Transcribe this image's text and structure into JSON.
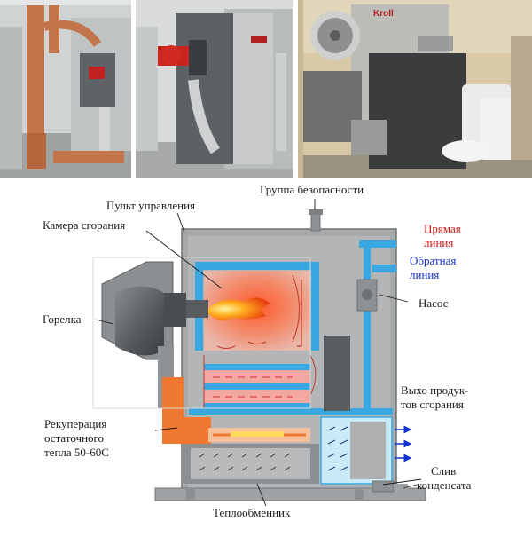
{
  "labels": {
    "safety_group": "Группа безопасности",
    "control_panel": "Пульт управления",
    "combustion_chamber": "Камера сгорания",
    "supply_line_1": "Прямая",
    "supply_line_2": "линия",
    "return_line_1": "Обратная",
    "return_line_2": "линия",
    "pump": "Насос",
    "burner": "Горелка",
    "exhaust_1": "Выхо продук-",
    "exhaust_2": "тов сгорания",
    "recuperation_1": "Рекуперация",
    "recuperation_2": "остаточного",
    "recuperation_3": "тепла 50-60С",
    "condensate_1": "Слив",
    "condensate_2": "конденсата",
    "heat_exchanger": "Теплообменник"
  },
  "photo_brand": "Kroll",
  "colors": {
    "supply": "#d01515",
    "return": "#1530d0",
    "water_pipe": "#3aa8e0",
    "flame": "#f05010",
    "recuperator": "#f07830",
    "boiler_body": "#a8a8a8"
  },
  "photos": [
    "boiler-room-photo",
    "boiler-front-photo",
    "boiler-burner-photo"
  ]
}
